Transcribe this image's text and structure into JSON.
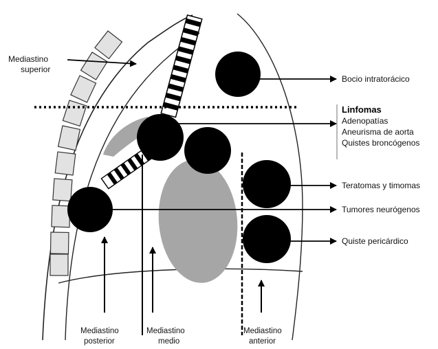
{
  "regions": {
    "superior": [
      "Mediastino",
      "superior"
    ],
    "posterior": [
      "Mediastino",
      "posterior"
    ],
    "medio": [
      "Mediastino",
      "medio"
    ],
    "anterior": [
      "Mediastino",
      "anterior"
    ]
  },
  "lesions": {
    "bocio": "Bocio intratorácico",
    "group_heading": "Linfomas",
    "group_items": [
      "Adenopatías",
      "Aneurisma de aorta",
      "Quistes broncógenos"
    ],
    "teratomas": "Teratomas y timomas",
    "tumores": "Tumores neurógenos",
    "quiste": "Quiste pericárdico"
  },
  "colors": {
    "mass": "#000000",
    "organ": "#a6a6a6",
    "vertebra": "#e2e2e2",
    "line": "#222222"
  }
}
